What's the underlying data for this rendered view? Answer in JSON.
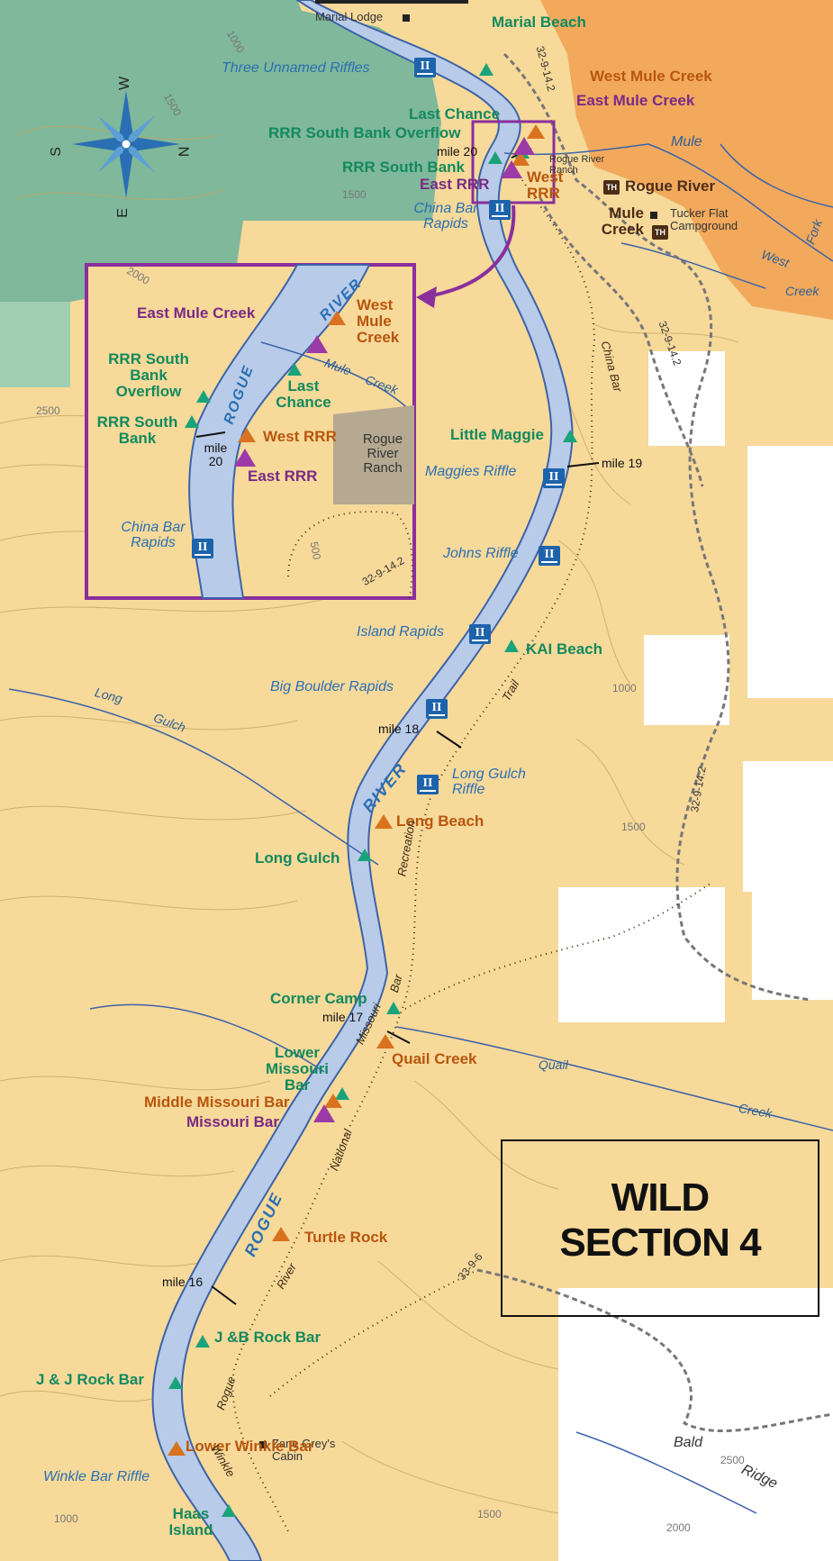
{
  "title_box": {
    "line1": "WILD",
    "line2": "SECTION 4"
  },
  "camps_green": [
    {
      "id": "marial-beach",
      "label": "Marial Beach"
    },
    {
      "id": "last-chance",
      "label": "Last Chance"
    },
    {
      "id": "rrr-south-bank-overflow",
      "label": "RRR South Bank Overflow"
    },
    {
      "id": "rrr-south-bank",
      "label": "RRR South Bank"
    },
    {
      "id": "little-maggie",
      "label": "Little Maggie"
    },
    {
      "id": "kai-beach",
      "label": "KAI Beach"
    },
    {
      "id": "long-gulch",
      "label": "Long Gulch"
    },
    {
      "id": "corner-camp",
      "label": "Corner Camp"
    },
    {
      "id": "lower-missouri-bar",
      "label": "Lower Missouri Bar"
    },
    {
      "id": "jb-rock-bar",
      "label": "J &B Rock Bar"
    },
    {
      "id": "jj-rock-bar",
      "label": "J & J Rock Bar"
    },
    {
      "id": "haas-island",
      "label": "Haas Island"
    }
  ],
  "camps_orange": [
    {
      "id": "west-mule-creek",
      "label": "West Mule Creek"
    },
    {
      "id": "west-rrr",
      "label": "West RRR"
    },
    {
      "id": "long-beach",
      "label": "Long Beach"
    },
    {
      "id": "quail-creek",
      "label": "Quail Creek"
    },
    {
      "id": "middle-missouri-bar",
      "label": "Middle Missouri Bar"
    },
    {
      "id": "turtle-rock",
      "label": "Turtle Rock"
    },
    {
      "id": "lower-winkle-bar",
      "label": "Lower Winkle Bar"
    }
  ],
  "camps_purple": [
    {
      "id": "east-mule-creek",
      "label": "East Mule Creek"
    },
    {
      "id": "east-rrr",
      "label": "East RRR"
    },
    {
      "id": "missouri-bar",
      "label": "Missouri Bar"
    }
  ],
  "rapids": [
    {
      "label": "Three Unnamed Riffles",
      "class": "II"
    },
    {
      "label": "China Bar Rapids",
      "class": "II"
    },
    {
      "label": "Maggies Riffle",
      "class": "II"
    },
    {
      "label": "Johns Riffle",
      "class": "II"
    },
    {
      "label": "Island Rapids",
      "class": "II"
    },
    {
      "label": "Big Boulder Rapids",
      "class": "II"
    },
    {
      "label": "Long Gulch Riffle",
      "class": "II"
    },
    {
      "label": "Winkle Bar Riffle",
      "class": ""
    }
  ],
  "miles": [
    "mile 20",
    "mile 19",
    "mile 18",
    "mile 17",
    "mile 16"
  ],
  "places": {
    "marial_lodge": "Marial Lodge",
    "rogue_river_ranch": "Rogue River Ranch",
    "tucker_flat": "Tucker Flat Campground",
    "zane_grey": "Zane Grey's Cabin",
    "trailhead_rogue": "Rogue River",
    "trailhead_mule": "Mule Creek",
    "th_icon": "TH"
  },
  "water_labels": {
    "river": "RIVER",
    "rogue": "ROGUE",
    "mule": "Mule",
    "creek": "Creek",
    "west": "West",
    "fork": "Fork",
    "long": "Long",
    "gulch": "Gulch",
    "quail": "Quail",
    "bald": "Bald",
    "ridge": "Ridge",
    "china_bar": "China Bar",
    "missouri": "Missouri"
  },
  "trail_labels": {
    "trail": "Trail",
    "recreation": "Recreation",
    "national": "National",
    "bar": "Bar",
    "river": "River",
    "rogue": "Rogue",
    "winkle": "Winkle"
  },
  "roads": [
    "32-9-14.2",
    "33-9-6"
  ],
  "contours": [
    "1000",
    "1500",
    "2000",
    "2500",
    "500"
  ],
  "inset": {
    "river1": "RIVER",
    "river2": "ROGUE",
    "mule": "Mule",
    "creek": "Creek",
    "west_mule_creek": "West Mule Creek",
    "east_mule_creek": "East Mule Creek",
    "last_chance": "Last Chance",
    "rrr_overflow": "RRR South Bank Overflow",
    "rrr_south": "RRR South Bank",
    "west_rrr": "West RRR",
    "east_rrr": "East RRR",
    "mile": "mile 20",
    "china": "China Bar Rapids",
    "ranch": "Rogue River Ranch",
    "road": "32-9-14.2",
    "contour": "500",
    "contour2": "2000"
  },
  "compass": {
    "n": "N",
    "s": "S",
    "e": "E",
    "w": "W"
  },
  "colors": {
    "land": "#f7d99a",
    "wilderness": "#7fb89a",
    "private": "#f2a95c",
    "river": "#b8cbe9",
    "river_edge": "#3c63a8",
    "green_camp": "#1aa37a",
    "orange_camp": "#d9721f",
    "purple_camp": "#9c3aa7"
  }
}
